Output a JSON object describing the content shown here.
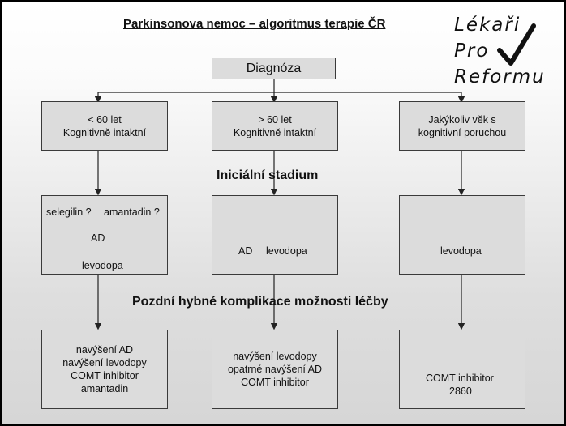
{
  "title": "Parkinsonova nemoc – algoritmus terapie ČR",
  "logo": {
    "line1": "Lékaři",
    "line2": "Pro",
    "line3": "Reformu"
  },
  "diagnosis": "Diagnóza",
  "groups": [
    {
      "line1": "< 60 let",
      "line2": "Kognitivně intaktní"
    },
    {
      "line1": "> 60 let",
      "line2": "Kognitivně intaktní"
    },
    {
      "line1": "Jakýkoliv věk s",
      "line2": "kognitivní poruchou"
    }
  ],
  "initial_stage": "Iniciální stadium",
  "initial": {
    "left": {
      "selegilin": "selegilin ?",
      "amantadin": "amantadin ?",
      "ad": "AD",
      "levodopa": "levodopa"
    },
    "middle": {
      "ad": "AD",
      "levodopa": "levodopa"
    },
    "right": {
      "levodopa": "levodopa"
    }
  },
  "late_heading": "Pozdní hybné komplikace možnosti léčby",
  "late": {
    "left": [
      "navýšení AD",
      "navýšení levodopy",
      "COMT inhibitor",
      "amantadin"
    ],
    "middle": [
      "navýšení levodopy",
      "opatrné navýšení AD",
      "COMT inhibitor"
    ],
    "right": [
      "COMT inhibitor",
      "2860"
    ]
  }
}
